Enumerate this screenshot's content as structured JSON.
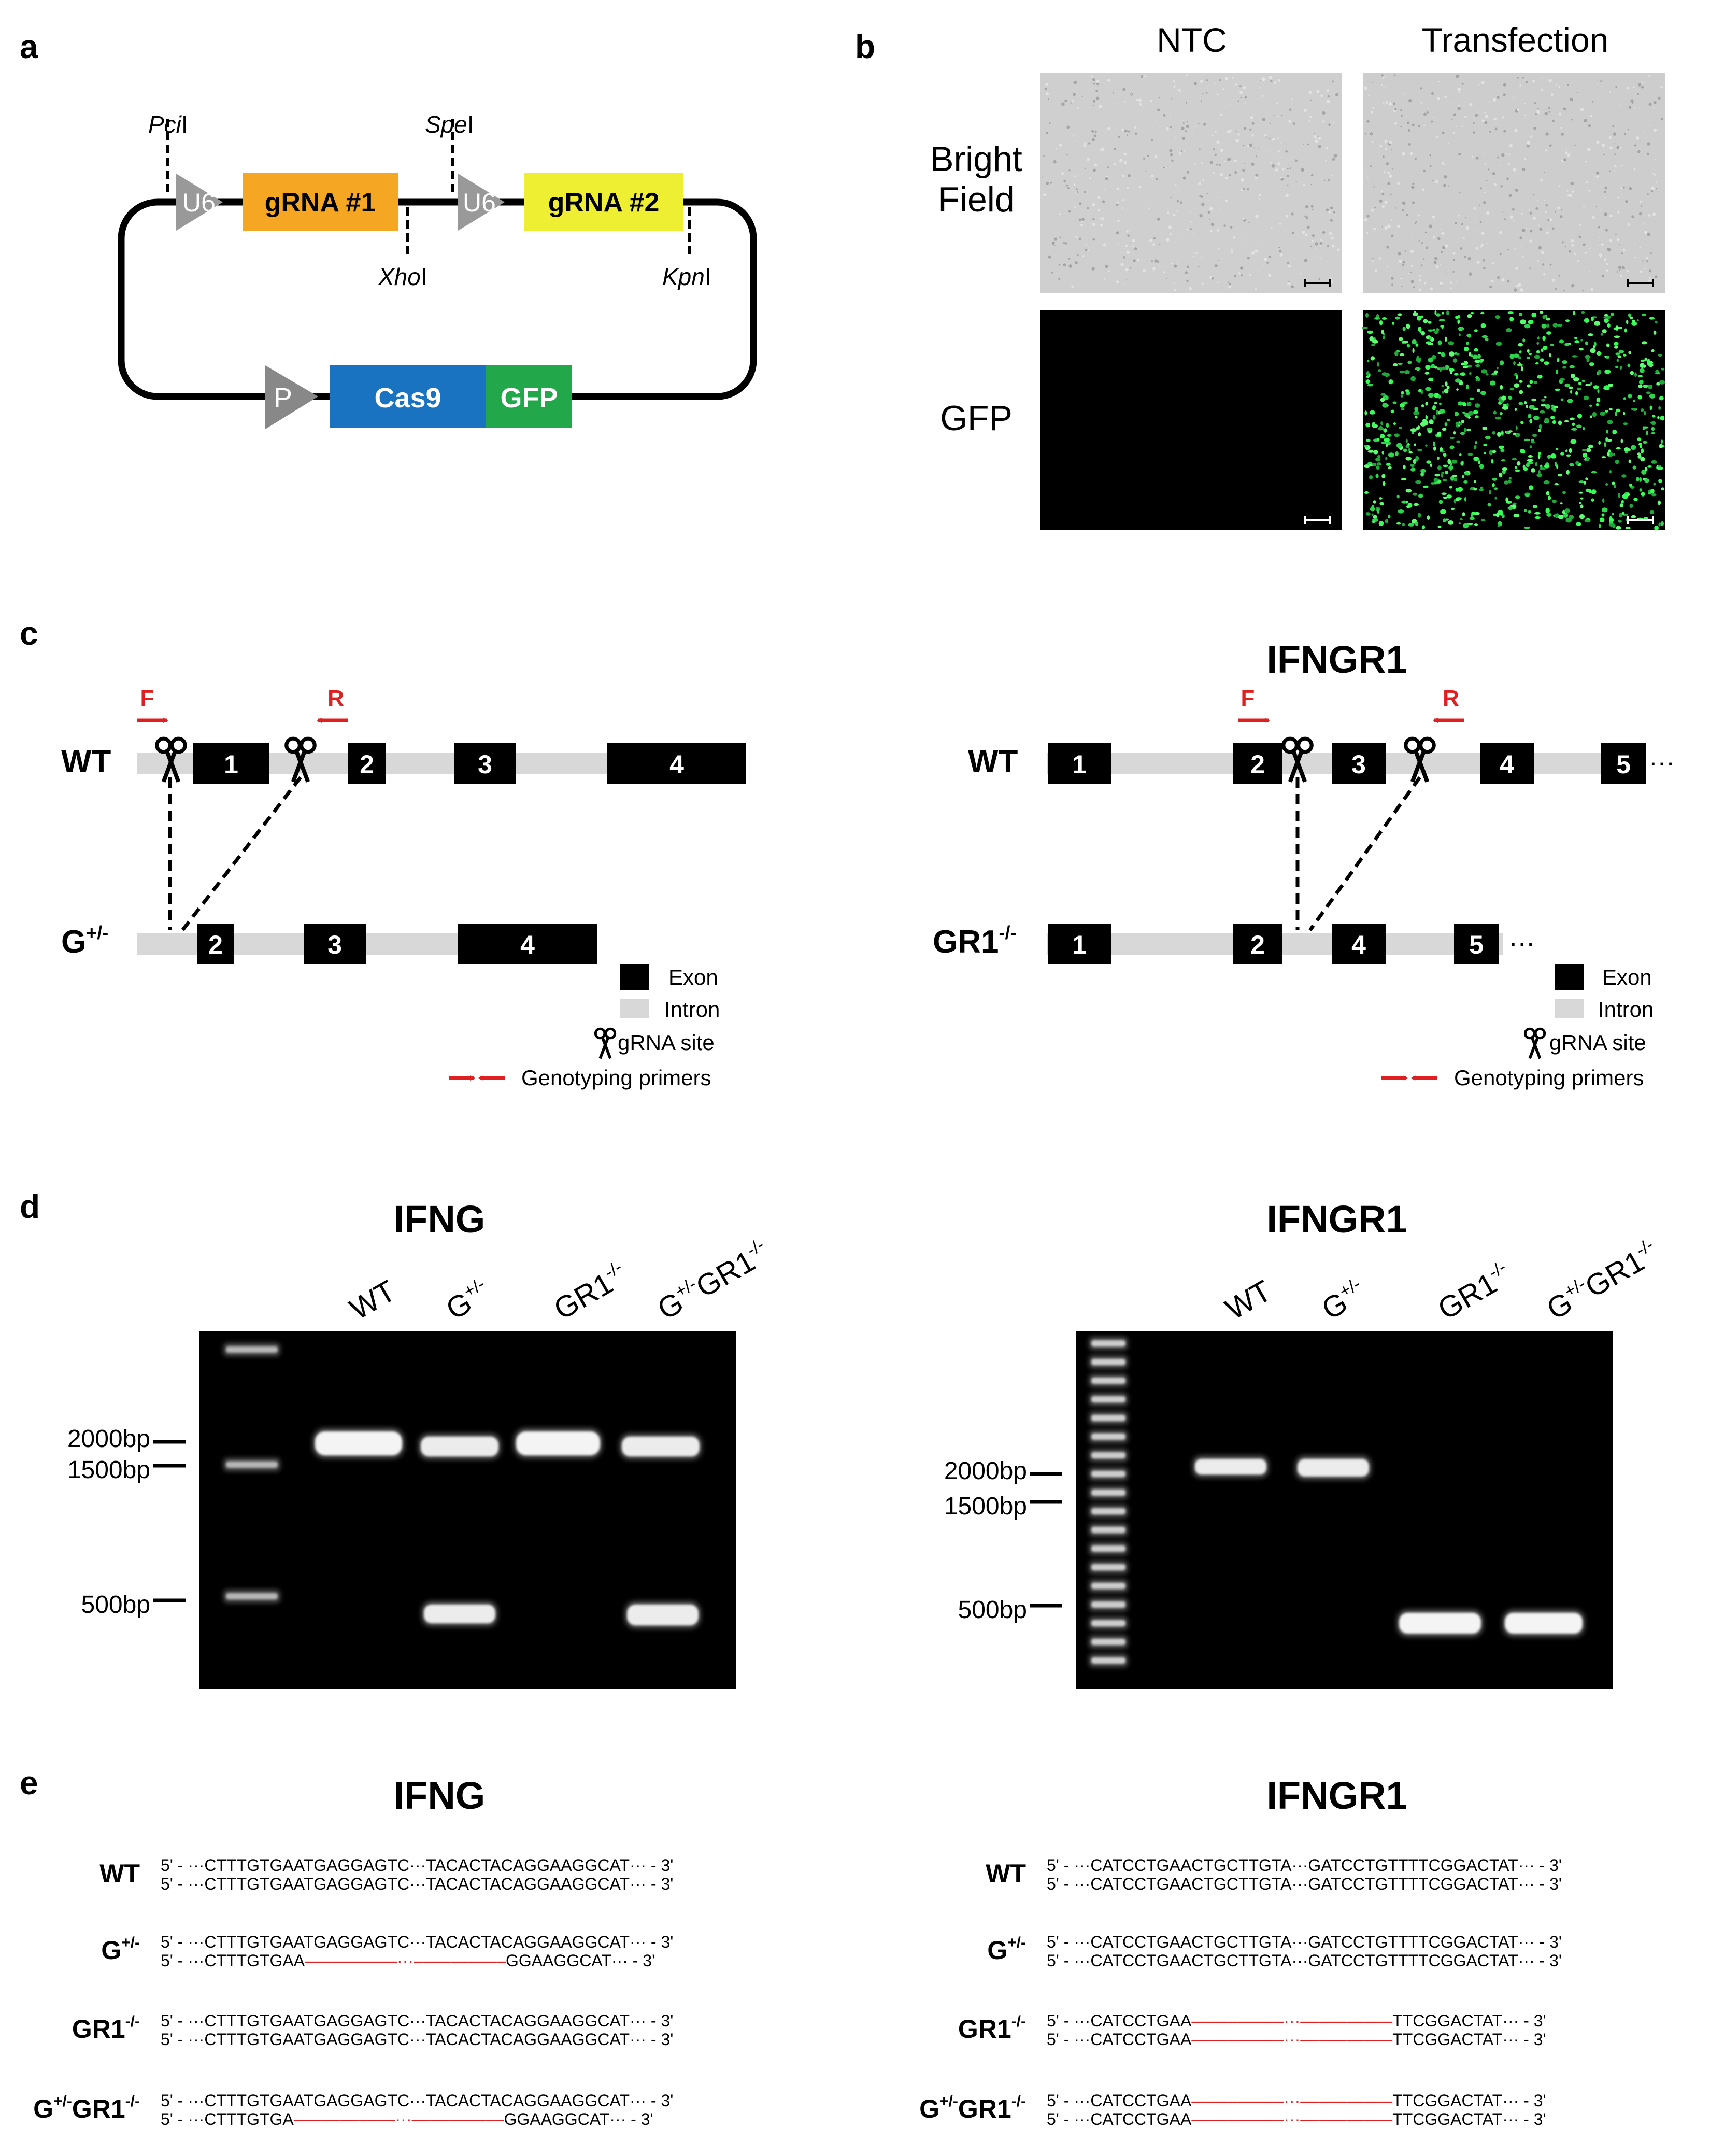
{
  "panels": {
    "a": "a",
    "b": "b",
    "c": "c",
    "d": "d",
    "e": "e"
  },
  "plasmid": {
    "sites": [
      "PciI",
      "XhoI",
      "SpeI",
      "KpnI"
    ],
    "site_parts": {
      "pci_i": "Pci",
      "pci_ii": "I",
      "xho_i": "Xho",
      "xho_ii": "I",
      "spe_i": "Spe",
      "spe_ii": "I",
      "kpn_i": "Kpn",
      "kpn_ii": "I"
    },
    "promoter_u6": "U6",
    "promoter_p": "P",
    "grna1": "gRNA #1",
    "grna2": "gRNA #2",
    "cas9": "Cas9",
    "gfp": "GFP",
    "colors": {
      "grna1": "#f5a623",
      "grna2": "#eeee33",
      "cas9": "#1a73c0",
      "gfp": "#22a84b",
      "promoter": "#999999"
    }
  },
  "micro": {
    "col_ntc": "NTC",
    "col_tf": "Transfection",
    "row_bf_1": "Bright",
    "row_bf_2": "Field",
    "row_gfp": "GFP"
  },
  "genes": {
    "ifng": {
      "title": "IFNG",
      "wt": "WT",
      "mut": "G",
      "mut_sup": "+/-",
      "wt_exons": [
        "1",
        "2",
        "3",
        "4"
      ],
      "mut_exons": [
        "2",
        "3",
        "4"
      ]
    },
    "ifngr1": {
      "title": "IFNGR1",
      "wt": "WT",
      "mut": "GR1",
      "mut_sup": "-/-",
      "wt_exons": [
        "1",
        "2",
        "3",
        "4",
        "5"
      ],
      "mut_exons": [
        "1",
        "2",
        "4",
        "5"
      ],
      "ellipsis": "···"
    },
    "primer_f": "F",
    "primer_r": "R"
  },
  "legend": {
    "exon": "Exon",
    "intron": "Intron",
    "grna": "gRNA site",
    "primers": "Genotyping primers"
  },
  "gels": {
    "ifng": {
      "title": "IFNG",
      "lanes": [
        {
          "main": "WT",
          "sup": ""
        },
        {
          "main": "G",
          "sup": "+/-"
        },
        {
          "main": "GR1",
          "sup": "-/-"
        },
        {
          "main": "G",
          "sup": "+/-",
          "main2": "GR1",
          "sup2": "-/-"
        }
      ],
      "markers": [
        "2000bp",
        "1500bp",
        "500bp"
      ]
    },
    "ifngr1": {
      "title": "IFNGR1",
      "lanes": [
        {
          "main": "WT",
          "sup": ""
        },
        {
          "main": "G",
          "sup": "+/-"
        },
        {
          "main": "GR1",
          "sup": "-/-"
        },
        {
          "main": "G",
          "sup": "+/-",
          "main2": "GR1",
          "sup2": "-/-"
        }
      ],
      "markers": [
        "2000bp",
        "1500bp",
        "500bp"
      ]
    }
  },
  "seq": {
    "ifng": {
      "title": "IFNG",
      "rows": [
        {
          "label": "WT",
          "sup": "",
          "label2": "",
          "sup2": "",
          "lines": [
            {
              "a": "5' - ···CTTTGTGAATGAGGAGTC···TACACTACAGGAAGGCAT··· - 3'",
              "del": "",
              "b": ""
            },
            {
              "a": "5' - ···CTTTGTGAATGAGGAGTC···TACACTACAGGAAGGCAT··· - 3'",
              "del": "",
              "b": ""
            }
          ]
        },
        {
          "label": "G",
          "sup": "+/-",
          "label2": "",
          "sup2": "",
          "lines": [
            {
              "a": "5' - ···CTTTGTGAATGAGGAGTC···TACACTACAGGAAGGCAT··· - 3'",
              "del": "",
              "b": ""
            },
            {
              "a": "5' - ···CTTTGTGAA",
              "del": "––––––––––···––––––––––",
              "b": "GGAAGGCAT··· - 3'"
            }
          ]
        },
        {
          "label": "GR1",
          "sup": "-/-",
          "label2": "",
          "sup2": "",
          "lines": [
            {
              "a": "5' - ···CTTTGTGAATGAGGAGTC···TACACTACAGGAAGGCAT··· - 3'",
              "del": "",
              "b": ""
            },
            {
              "a": "5' - ···CTTTGTGAATGAGGAGTC···TACACTACAGGAAGGCAT··· - 3'",
              "del": "",
              "b": ""
            }
          ]
        },
        {
          "label": "G",
          "sup": "+/-",
          "label2": "GR1",
          "sup2": "-/-",
          "lines": [
            {
              "a": "5' - ···CTTTGTGAATGAGGAGTC···TACACTACAGGAAGGCAT··· - 3'",
              "del": "",
              "b": ""
            },
            {
              "a": "5' - ···CTTTGTGA",
              "del": "–––––––––––···––––––––––",
              "b": "GGAAGGCAT··· - 3'"
            }
          ]
        }
      ]
    },
    "ifngr1": {
      "title": "IFNGR1",
      "rows": [
        {
          "label": "WT",
          "sup": "",
          "label2": "",
          "sup2": "",
          "lines": [
            {
              "a": "5' - ···CATCCTGAACTGCTTGTA···GATCCTGTTTTCGGACTAT··· - 3'",
              "del": "",
              "b": ""
            },
            {
              "a": "5' - ···CATCCTGAACTGCTTGTA···GATCCTGTTTTCGGACTAT··· - 3'",
              "del": "",
              "b": ""
            }
          ]
        },
        {
          "label": "G",
          "sup": "+/-",
          "label2": "",
          "sup2": "",
          "lines": [
            {
              "a": "5' - ···CATCCTGAACTGCTTGTA···GATCCTGTTTTCGGACTAT··· - 3'",
              "del": "",
              "b": ""
            },
            {
              "a": "5' - ···CATCCTGAACTGCTTGTA···GATCCTGTTTTCGGACTAT··· - 3'",
              "del": "",
              "b": ""
            }
          ]
        },
        {
          "label": "GR1",
          "sup": "-/-",
          "label2": "",
          "sup2": "",
          "lines": [
            {
              "a": "5' - ···CATCCTGAA",
              "del": "––––––––––···––––––––––",
              "b": "TTCGGACTAT··· - 3'"
            },
            {
              "a": "5' - ···CATCCTGAA",
              "del": "––––––––––···––––––––––",
              "b": "TTCGGACTAT··· - 3'"
            }
          ]
        },
        {
          "label": "G",
          "sup": "+/-",
          "label2": "GR1",
          "sup2": "-/-",
          "lines": [
            {
              "a": "5' - ···CATCCTGAA",
              "del": "––––––––––···––––––––––",
              "b": "TTCGGACTAT··· - 3'"
            },
            {
              "a": "5' - ···CATCCTGAA",
              "del": "––––––––––···––––––––––",
              "b": "TTCGGACTAT··· - 3'"
            }
          ]
        }
      ]
    },
    "deletion_color": "#e02020"
  }
}
